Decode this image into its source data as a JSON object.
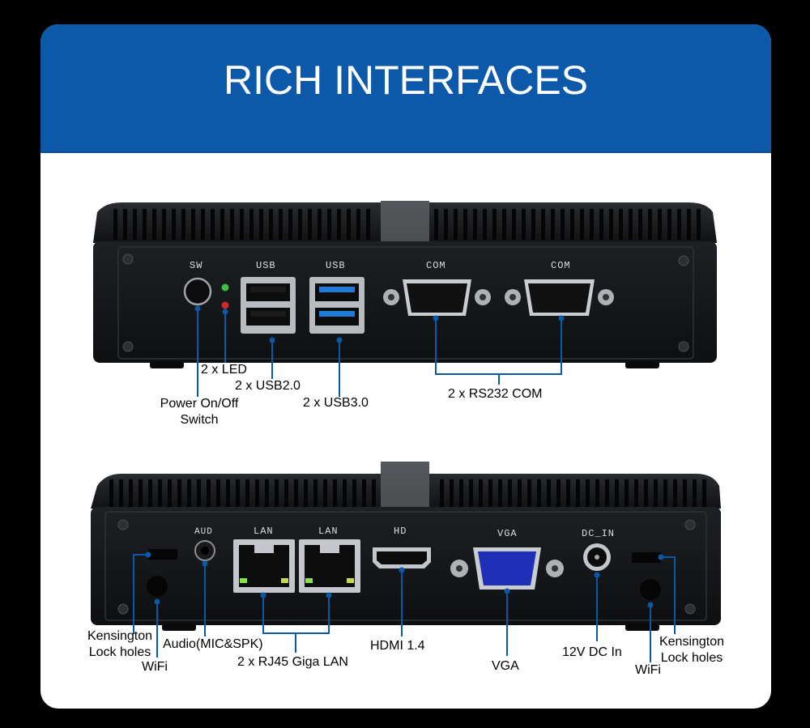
{
  "banner": {
    "title": "RICH INTERFACES"
  },
  "colors": {
    "banner": "#0b59a8",
    "leader_line": "#0a58a8",
    "device": "#17191c"
  },
  "front_panel": {
    "port_labels": {
      "sw": "SW",
      "usb1": "USB",
      "usb2": "USB",
      "com1": "COM",
      "com2": "COM"
    },
    "callouts": {
      "led": "2 x LED",
      "usb2": "2 x USB2.0",
      "usb3": "2 x USB3.0",
      "power_line1": "Power On/Off",
      "power_line2": "Switch",
      "com": "2 x RS232 COM"
    }
  },
  "rear_panel": {
    "port_labels": {
      "aud": "AUD",
      "lan1": "LAN",
      "lan2": "LAN",
      "hd": "HD",
      "vga": "VGA",
      "dc": "DC_IN"
    },
    "callouts": {
      "kensington_left_line1": "Kensington",
      "kensington_left_line2": "Lock holes",
      "wifi_left": "WiFi",
      "audio": "Audio(MIC&SPK)",
      "lan": "2 x RJ45 Giga LAN",
      "hdmi": "HDMI 1.4",
      "vga": "VGA",
      "dc": "12V DC In",
      "wifi_right": "WiFi",
      "kensington_right_line1": "Kensington",
      "kensington_right_line2": "Lock holes"
    }
  }
}
